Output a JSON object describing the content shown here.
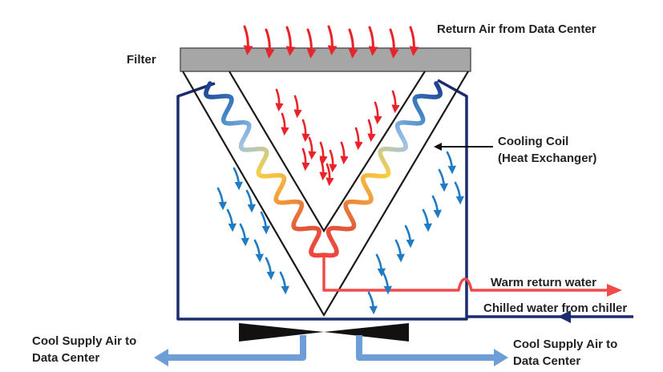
{
  "labels": {
    "return_air": "Return Air from Data Center",
    "filter": "Filter",
    "cooling_coil_line1": "Cooling Coil",
    "cooling_coil_line2": "(Heat Exchanger)",
    "warm_return_water": "Warm return water",
    "chilled_water": "Chilled water from chiller",
    "cool_supply_left_line1": "Cool Supply Air to",
    "cool_supply_left_line2": "Data Center",
    "cool_supply_right_line1": "Cool Supply Air to",
    "cool_supply_right_line2": "Data Center"
  },
  "colors": {
    "warm_air": "#e8242a",
    "cool_air": "#1f7bc4",
    "housing": "#1c2a6e",
    "filter_fill": "#a6a6a6",
    "warm_water": "#ef4b4b",
    "chilled_water": "#1c2a6e",
    "supply_pipe": "#6d9fd6",
    "fan": "#111111",
    "coil_gradient": [
      "#1e3f8f",
      "#3f86c8",
      "#9fc3e6",
      "#f6cf45",
      "#f29a3b",
      "#e2573a",
      "#f0443f"
    ]
  }
}
